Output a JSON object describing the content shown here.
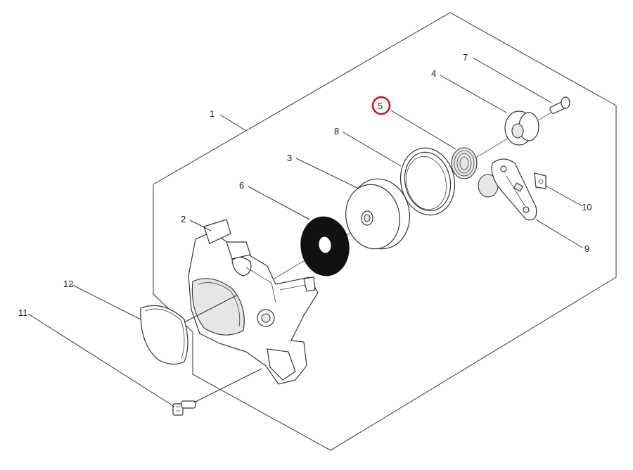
{
  "callouts": [
    {
      "id": "1",
      "text": "1"
    },
    {
      "id": "2",
      "text": "2"
    },
    {
      "id": "3",
      "text": "3"
    },
    {
      "id": "4",
      "text": "4"
    },
    {
      "id": "5",
      "text": "5"
    },
    {
      "id": "6",
      "text": "6"
    },
    {
      "id": "7",
      "text": "7"
    },
    {
      "id": "8",
      "text": "8"
    },
    {
      "id": "9",
      "text": "9"
    },
    {
      "id": "10",
      "text": "10"
    },
    {
      "id": "11",
      "text": "11"
    },
    {
      "id": "12",
      "text": "12"
    }
  ],
  "highlight": {
    "callout": "5",
    "color": "#d0101a"
  },
  "colors": {
    "line": "#333333",
    "seal": "#111111",
    "shade": "#e6e6e6"
  }
}
